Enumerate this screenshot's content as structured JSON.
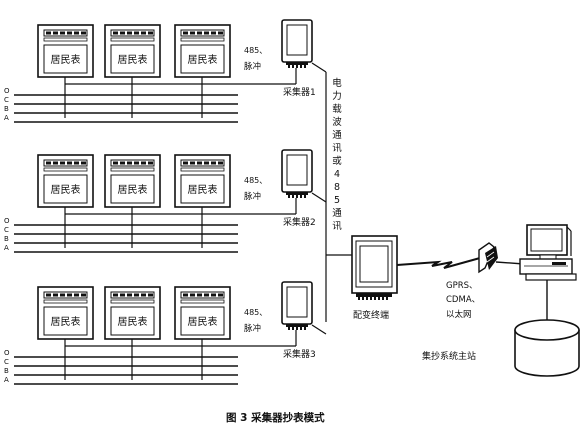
{
  "meter_label": "居民表",
  "groups": [
    {
      "line_labels": [
        "O",
        "C",
        "B",
        "A"
      ],
      "link_label": [
        "485、",
        "脉冲"
      ],
      "collector_label": "采集器1"
    },
    {
      "line_labels": [
        "O",
        "C",
        "B",
        "A"
      ],
      "link_label": [
        "485、",
        "脉冲"
      ],
      "collector_label": "采集器2"
    },
    {
      "line_labels": [
        "O",
        "C",
        "B",
        "A"
      ],
      "link_label": [
        "485、",
        "脉冲"
      ],
      "collector_label": "采集器3"
    }
  ],
  "carrier_label_chars": [
    "电",
    "力",
    "载",
    "波",
    "通",
    "讯",
    "或",
    "4",
    "8",
    "5",
    "通",
    "讯"
  ],
  "terminal_label": "配变终端",
  "network_label": [
    "GPRS、",
    "CDMA、",
    "以太网"
  ],
  "master_station_label": "集抄系统主站",
  "figure_caption": "图 3   采集器抄表模式"
}
